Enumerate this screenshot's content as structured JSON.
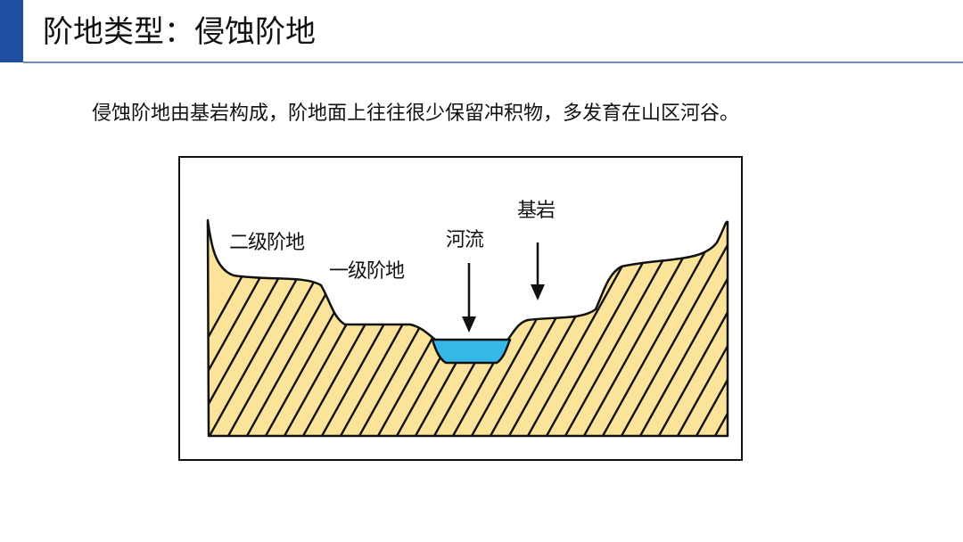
{
  "slide": {
    "title": "阶地类型：侵蚀阶地",
    "description": "侵蚀阶地由基岩构成，阶地面上往往很少保留冲积物，多发育在山区河谷。"
  },
  "diagram": {
    "labels": {
      "second_terrace": "二级阶地",
      "first_terrace": "一级阶地",
      "river": "河流",
      "bedrock": "基岩"
    }
  },
  "colors": {
    "accent": "#1f4ea1",
    "rock_fill": "#fbe39a",
    "water": "#35b8e8",
    "stroke": "#111111"
  }
}
